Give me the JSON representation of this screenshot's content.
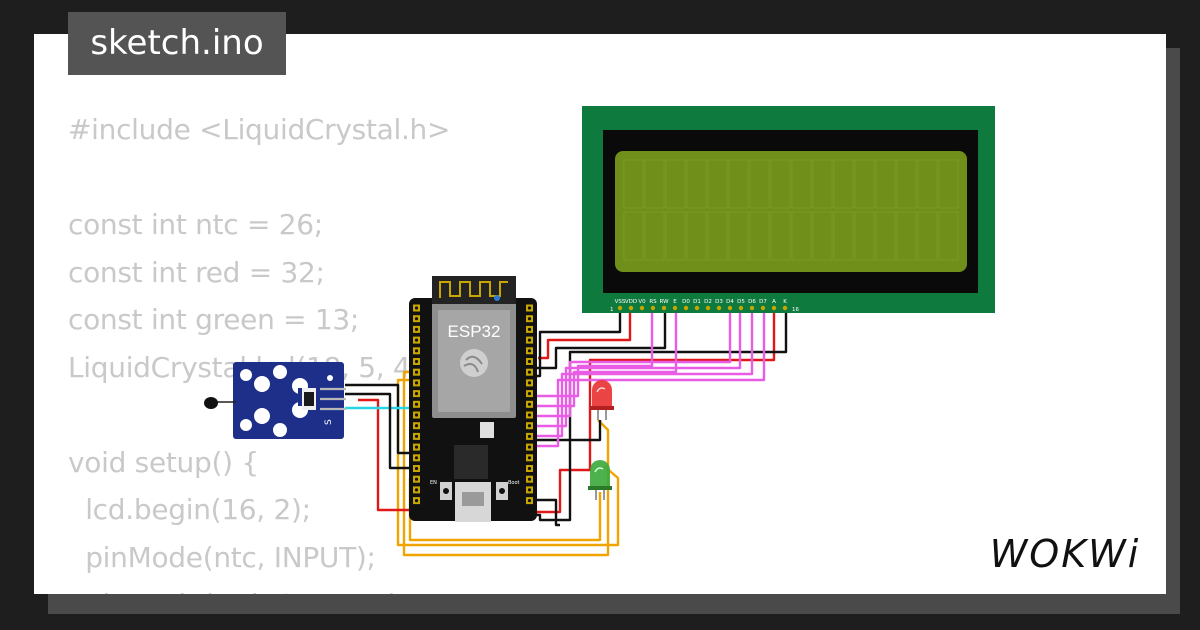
{
  "file_tab": {
    "filename": "sketch.ino"
  },
  "code_lines": [
    "#include <LiquidCrystal.h>",
    "",
    "const int ntc = 26;",
    "const int red = 32;",
    "const int green = 13;",
    "LiquidCrystal lcd(18, 5, 4, 3, 2);",
    "",
    "void setup() {",
    "  lcd.begin(16, 2);",
    "  pinMode(ntc, INPUT);",
    "  pinMode(red, OUTPUT);"
  ],
  "esp32": {
    "label": "ESP32",
    "boot_label": "Boot",
    "en_label": "EN"
  },
  "ntc_module": {
    "pin_s": "S",
    "pin_minus": "-"
  },
  "lcd": {
    "pin_labels": [
      "VSS",
      "VDD",
      "V0",
      "RS",
      "RW",
      "E",
      "D0",
      "D1",
      "D2",
      "D3",
      "D4",
      "D5",
      "D6",
      "D7",
      "A",
      "K"
    ],
    "pin_first": "1",
    "pin_last": "16"
  },
  "brand": {
    "logo_text": "WOKWi"
  },
  "colors": {
    "background": "#1e1e1e",
    "card": "#ffffff",
    "tab": "#545454",
    "code_text": "#c9c9c9",
    "lcd_board": "#0e7a3e",
    "lcd_screen": "#6f8e1a",
    "wire_red": "#e01818",
    "wire_black": "#111111",
    "wire_magenta": "#e85ce6",
    "wire_cyan": "#28d6e6",
    "wire_orange": "#f0a400",
    "led_red": "#e83030",
    "led_green": "#3aa83a"
  }
}
